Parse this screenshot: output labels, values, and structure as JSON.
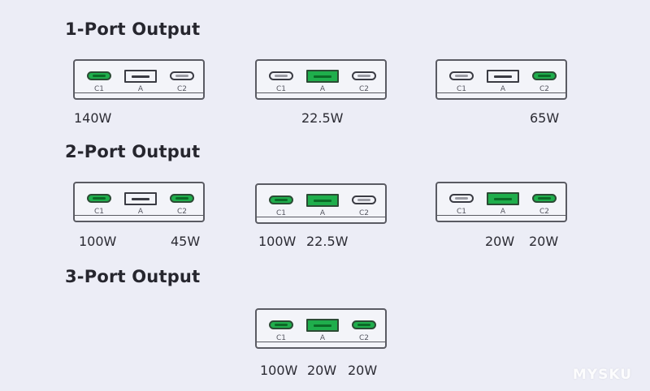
{
  "sections": [
    {
      "title": "1-Port Output"
    },
    {
      "title": "2-Port Output"
    },
    {
      "title": "3-Port Output"
    }
  ],
  "devices": [
    {
      "ports": [
        {
          "label": "C1",
          "active": true
        },
        {
          "label": "A",
          "active": false
        },
        {
          "label": "C2",
          "active": false
        }
      ],
      "watts": [
        "140W"
      ]
    },
    {
      "ports": [
        {
          "label": "C1",
          "active": false
        },
        {
          "label": "A",
          "active": true
        },
        {
          "label": "C2",
          "active": false
        }
      ],
      "watts": [
        "22.5W"
      ]
    },
    {
      "ports": [
        {
          "label": "C1",
          "active": false
        },
        {
          "label": "A",
          "active": false
        },
        {
          "label": "C2",
          "active": true
        }
      ],
      "watts": [
        "65W"
      ]
    },
    {
      "ports": [
        {
          "label": "C1",
          "active": true
        },
        {
          "label": "A",
          "active": false
        },
        {
          "label": "C2",
          "active": true
        }
      ],
      "watts": [
        "100W",
        "45W"
      ]
    },
    {
      "ports": [
        {
          "label": "C1",
          "active": true
        },
        {
          "label": "A",
          "active": true
        },
        {
          "label": "C2",
          "active": false
        }
      ],
      "watts": [
        "100W",
        "22.5W"
      ]
    },
    {
      "ports": [
        {
          "label": "C1",
          "active": false
        },
        {
          "label": "A",
          "active": true
        },
        {
          "label": "C2",
          "active": true
        }
      ],
      "watts": [
        "20W",
        "20W"
      ]
    },
    {
      "ports": [
        {
          "label": "C1",
          "active": true
        },
        {
          "label": "A",
          "active": true
        },
        {
          "label": "C2",
          "active": true
        }
      ],
      "watts": [
        "100W",
        "20W",
        "20W"
      ]
    }
  ],
  "colors": {
    "active_port": "#1fae4c",
    "outline": "#5a5b63",
    "background": "#ecedf6"
  },
  "watermark": "MYSKU"
}
